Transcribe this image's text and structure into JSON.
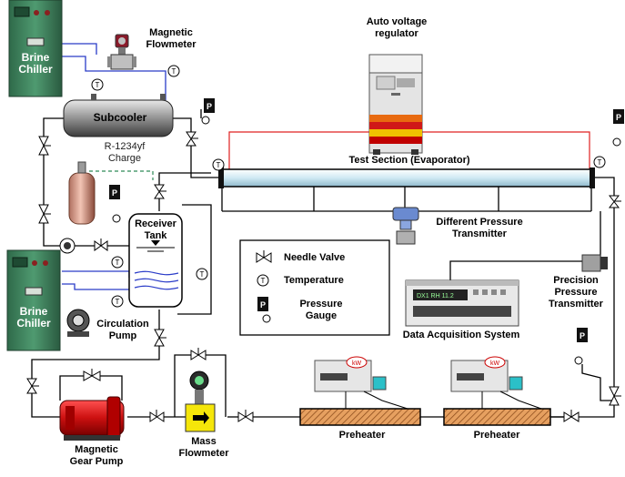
{
  "labels": {
    "brine_chiller_top": "Brine\nChiller",
    "brine_chiller_bottom": "Brine\nChiller",
    "magnetic_flowmeter": "Magnetic\nFlowmeter",
    "subcooler": "Subcooler",
    "refrigerant_charge": "R-1234yf\nCharge",
    "auto_voltage_regulator": "Auto voltage\nregulator",
    "test_section": "Test Section (Evaporator)",
    "receiver_tank": "Receiver\nTank",
    "different_pressure_transmitter": "Different Pressure\nTransmitter",
    "precision_pressure_transmitter": "Precision\nPressure\nTransmitter",
    "data_acquisition_system": "Data Acquisition System",
    "circulation_pump": "Circulation\nPump",
    "magnetic_gear_pump": "Magnetic\nGear Pump",
    "mass_flowmeter": "Mass\nFlowmeter",
    "preheater_1": "Preheater",
    "preheater_2": "Preheater"
  },
  "legend": {
    "needle_valve": "Needle Valve",
    "temperature": "Temperature",
    "pressure_gauge": "Pressure\nGauge"
  },
  "symbols": {
    "temperature_glyph": "T",
    "pressure_glyph": "P",
    "power_meter_glyph": "kW",
    "daq_display": "DX1  RH  11.2"
  },
  "colors": {
    "chiller_green": "#3d7a5a",
    "refrigerant_line": "#000000",
    "brine_line": "#2a3cc8",
    "heater_wire": "#e02020",
    "pump_red": "#cc1010",
    "flowmeter_yellow": "#f5e60a",
    "charge_line": "#2e8b57"
  }
}
